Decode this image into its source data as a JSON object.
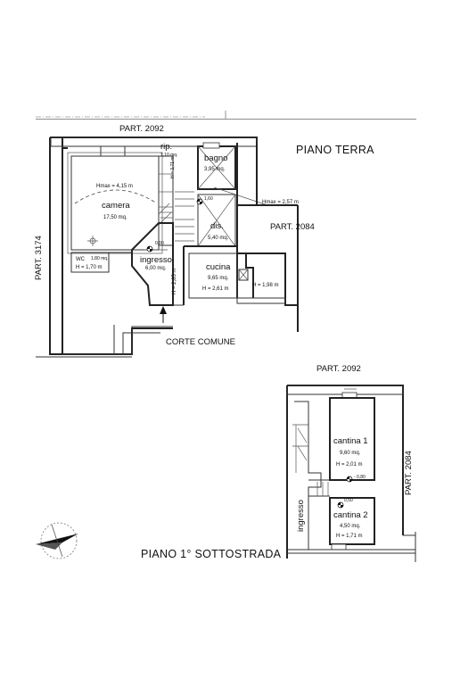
{
  "ground_floor": {
    "title": "PIANO TERRA",
    "labels": {
      "part_north": "PART. 2092",
      "part_west": "PART. 3174",
      "part_east": "PART. 2084",
      "courtyard": "CORTE COMUNE"
    },
    "rooms": {
      "camera": {
        "name": "camera",
        "area": "17,50 mq.",
        "hmax": "Hmax = 4,15 m"
      },
      "bagno": {
        "name": "bagno",
        "area": "3,95 mq."
      },
      "ripostiglio": {
        "name": "rip.",
        "height": "1,10 mq.",
        "vertical_height": "H = 3,71 m"
      },
      "disimpegno": {
        "name": "dis.",
        "area": "5,40 mq.",
        "hmax": "Hmax = 2,57 m",
        "level": "1,60"
      },
      "wc": {
        "name": "WC",
        "area": "1,80 mq.",
        "height": "H = 1,70 m"
      },
      "ingresso": {
        "name": "ingresso",
        "area": "6,00 mq.",
        "vertical_height": "H = 2,85 m",
        "level": "0,00"
      },
      "cucina": {
        "name": "cucina",
        "area": "9,65 mq.",
        "height": "H = 2,61 m"
      },
      "annex": {
        "height": "H = 1,98 m"
      }
    }
  },
  "basement": {
    "title": "PIANO 1° SOTTOSTRADA",
    "labels": {
      "part_north": "PART. 2092",
      "part_east": "PART. 2084",
      "entrance": "ingresso"
    },
    "rooms": {
      "cantina1": {
        "name": "cantina 1",
        "area": "9,60 mq.",
        "height": "H = 2,01 m",
        "level": "- 0,80"
      },
      "cantina2": {
        "name": "cantina 2",
        "area": "4,50 mq.",
        "height": "H = 1,71 m",
        "level": "0,50"
      }
    }
  },
  "icons": [
    "north-arrow-icon",
    "entrance-arrow-icon",
    "level-marker-icon"
  ]
}
